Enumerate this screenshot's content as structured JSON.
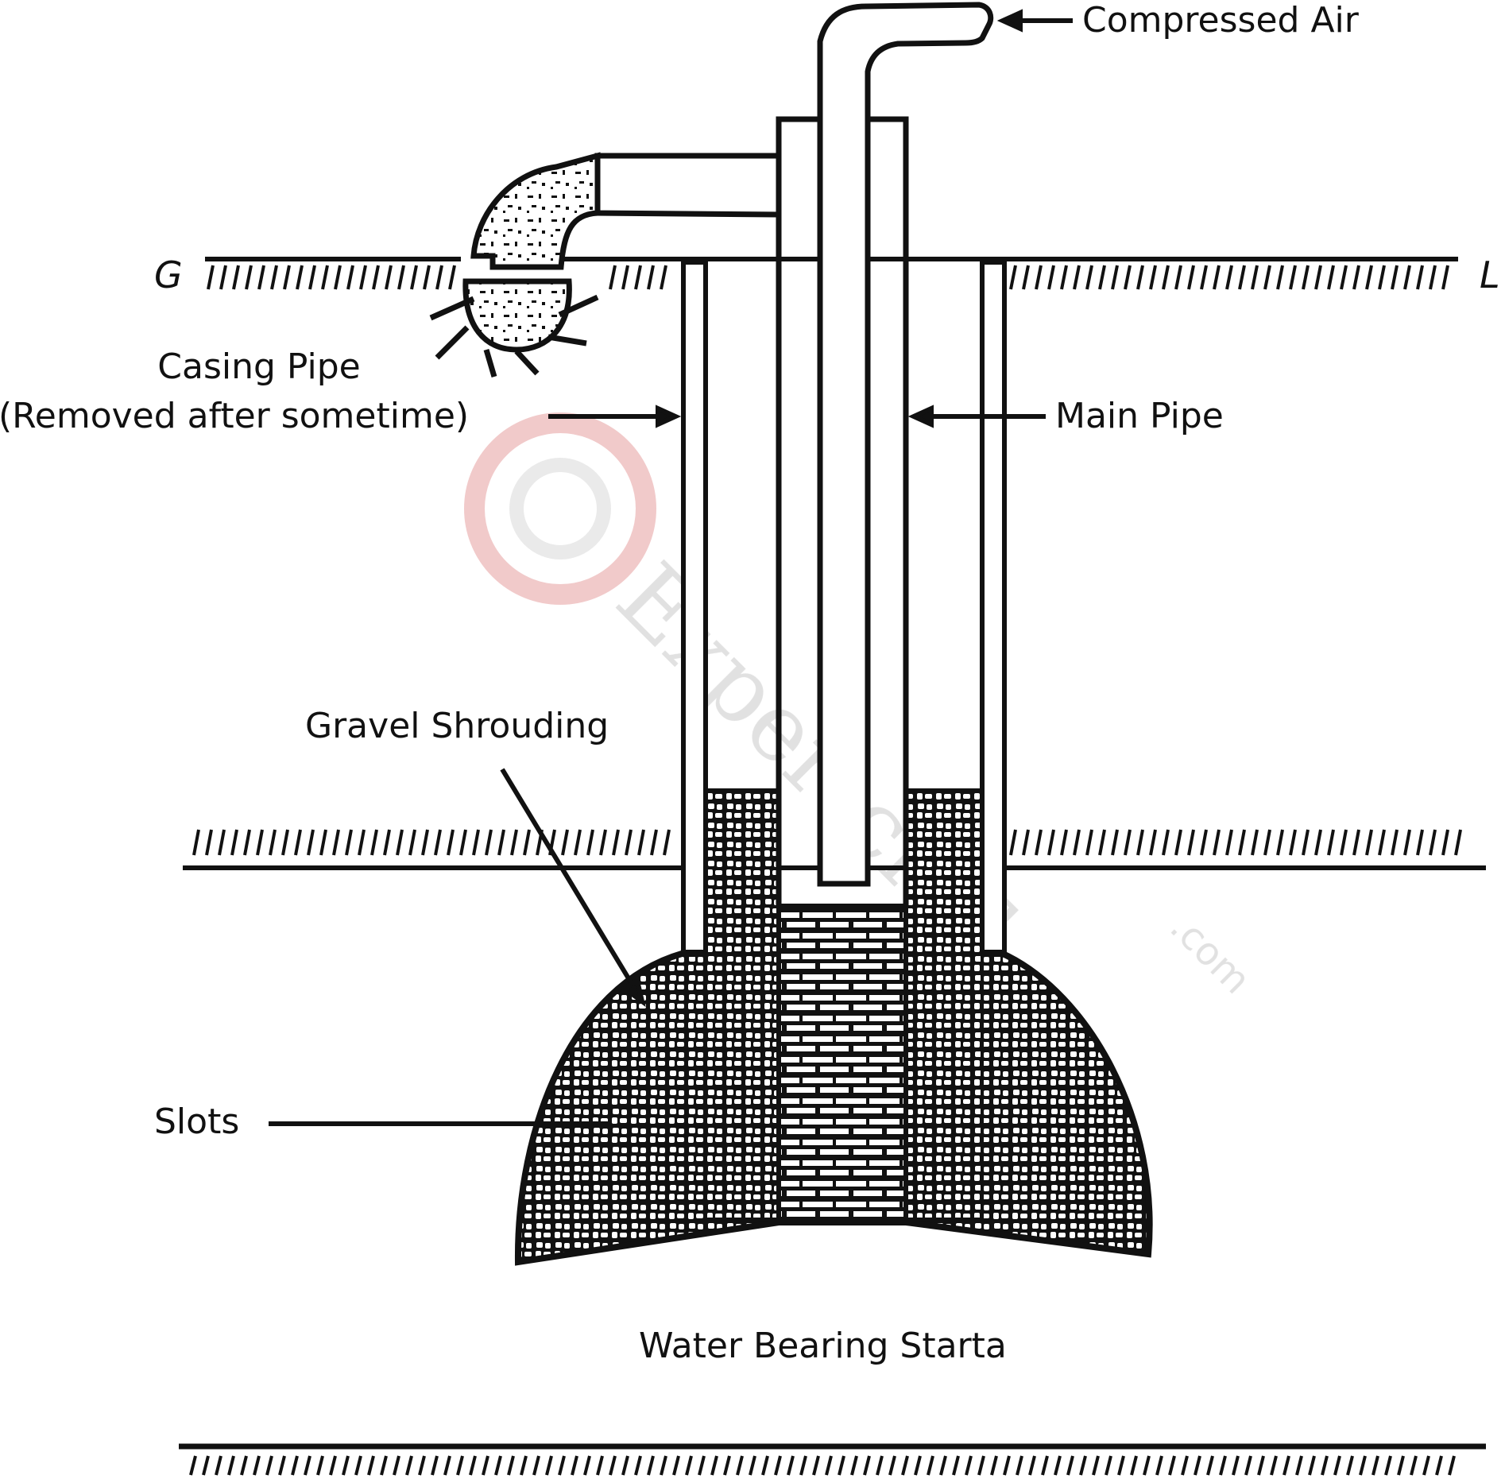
{
  "diagram": {
    "ground_left_letter": "G",
    "ground_right_letter": "L",
    "labels": {
      "compressed_air": "Compressed Air",
      "casing_pipe_line1": "Casing Pipe",
      "casing_pipe_line2": "(Removed after sometime)",
      "main_pipe": "Main Pipe",
      "gravel_shrouding": "Gravel Shrouding",
      "slots": "Slots",
      "water_bearing_strata": "Water Bearing Starta"
    },
    "watermark": {
      "text": "Expertcivil",
      "suffix": ".com"
    }
  },
  "colors": {
    "ink": "#111111",
    "background": "#ffffff",
    "watermark_red": "#e8a0a0",
    "watermark_gray": "#d6d6d6"
  }
}
